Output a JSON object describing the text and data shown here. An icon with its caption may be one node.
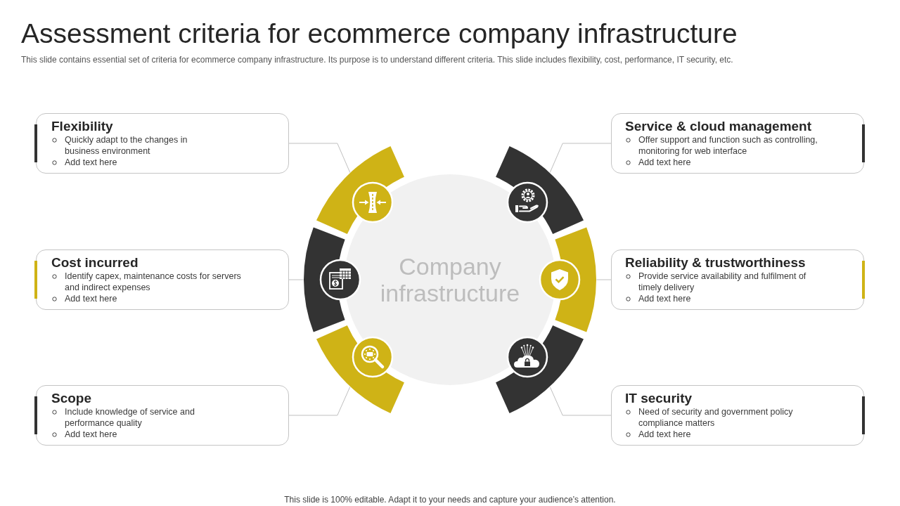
{
  "diagram": {
    "title": "Assessment criteria for ecommerce company infrastructure",
    "nodes": [
      {
        "text": [
          "Flexibility",
          "Quickly adapt to the changes in business environment",
          "Add text here"
        ]
      },
      {
        "text": [
          "Service & cloud management",
          "Offer support and function such as controlling, monitoring for web interface",
          "Add text here"
        ]
      },
      {
        "text": [
          "Cost incurred",
          "Identify capex, maintenance costs for servers and indirect expenses",
          "Add text here"
        ]
      },
      {
        "text": [
          "Reliability & trustworthiness",
          "Provide service availability and fulfilment of timely delivery",
          "Add text here"
        ]
      },
      {
        "text": [
          "Scope",
          "Include knowledge of service and performance quality",
          "Add text here"
        ]
      },
      {
        "text": [
          "IT security",
          "Need of security and government policy compliance matters",
          "Add text here"
        ]
      },
      {
        "text": [
          "Company infrastructure"
        ]
      },
      {
        "text": [],
        "shape": "arc"
      },
      {
        "text": [],
        "shape": "arc"
      },
      {
        "text": [],
        "shape": "arc"
      },
      {
        "text": [],
        "shape": "arc"
      },
      {
        "text": [],
        "shape": "arc"
      },
      {
        "text": [],
        "shape": "arc"
      }
    ],
    "edges": [
      {
        "from": 0,
        "to": 7,
        "arrow": "none"
      },
      {
        "from": 1,
        "to": 8,
        "arrow": "none"
      },
      {
        "from": 2,
        "to": 9,
        "arrow": "none"
      },
      {
        "from": 3,
        "to": 10,
        "arrow": "none"
      },
      {
        "from": 4,
        "to": 11,
        "arrow": "none"
      },
      {
        "from": 5,
        "to": 12,
        "arrow": "none"
      }
    ],
    "labels": [
      "This slide contains essential set of criteria for ecommerce company infrastructure. Its purpose is to understand different criteria. This slide includes flexibility, cost, performance, IT security, etc.",
      "This slide is 100% editable. Adapt it to your needs and capture your audience’s attention."
    ]
  }
}
